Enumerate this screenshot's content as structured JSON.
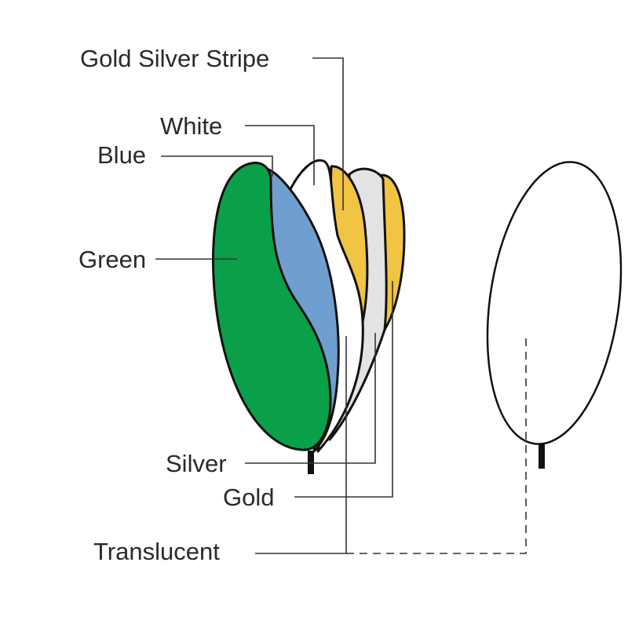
{
  "labels": {
    "gold_silver_stripe": "Gold Silver Stripe",
    "white": "White",
    "blue": "Blue",
    "green": "Green",
    "silver": "Silver",
    "gold": "Gold",
    "translucent": "Translucent"
  },
  "colors": {
    "green": "#0aa04a",
    "blue": "#6f9fcf",
    "white": "#ffffff",
    "gold": "#f2c443",
    "silver": "#e3e3e3"
  }
}
